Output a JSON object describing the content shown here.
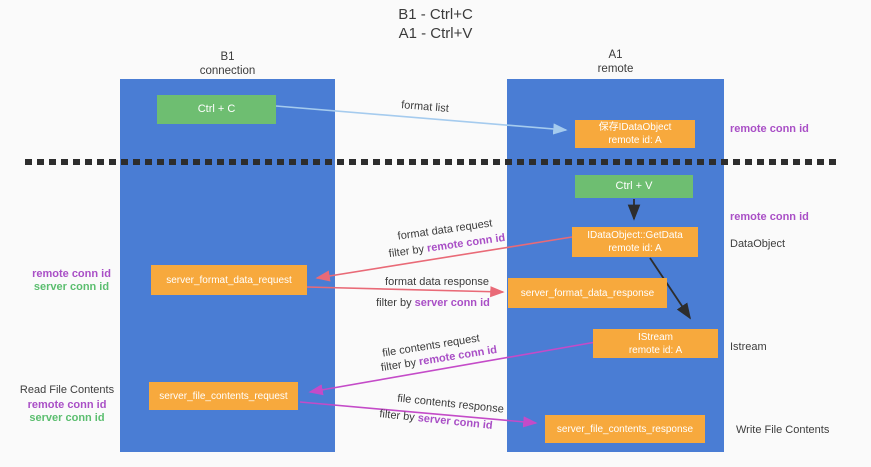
{
  "title": {
    "line1": "B1 - Ctrl+C",
    "line2": "A1 - Ctrl+V"
  },
  "lifelines": {
    "left": {
      "name": "B1",
      "role": "connection"
    },
    "right": {
      "name": "A1",
      "role": "remote"
    }
  },
  "nodes": {
    "ctrl_c": {
      "label": "Ctrl + C"
    },
    "ctrl_v": {
      "label": "Ctrl + V"
    },
    "save_dataobject": {
      "line1": "保存IDataObject",
      "line2": "remote id: A"
    },
    "getdata": {
      "line1": "IDataObject::GetData",
      "line2": "remote id: A"
    },
    "istream": {
      "line1": "IStream",
      "line2": "remote id: A"
    },
    "server_format_data_request": {
      "label": "server_format_data_request"
    },
    "server_format_data_response": {
      "label": "server_format_data_response"
    },
    "server_file_contents_request": {
      "label": "server_file_contents_request"
    },
    "server_file_contents_response": {
      "label": "server_file_contents_response"
    }
  },
  "arrow_labels": {
    "format_list": "format list",
    "format_data_request": "format data request",
    "format_data_response": "format data response",
    "file_contents_request": "file contents request",
    "file_contents_response": "file contents response",
    "filter_by": "filter by",
    "remote_conn_id": "remote conn id",
    "server_conn_id": "server conn id"
  },
  "annotations": {
    "right_remote_conn_id_top": "remote conn id",
    "right_remote_conn_id_mid": "remote conn id",
    "right_dataobject": "DataObject",
    "right_istream": "Istream",
    "right_write_file_contents": "Write File Contents",
    "left_remote_conn_id_1": "remote conn id",
    "left_server_conn_id_1": "server conn id",
    "left_read_file_contents": "Read File Contents",
    "left_remote_conn_id_2": "remote conn id",
    "left_server_conn_id_2": "server conn id"
  },
  "colors": {
    "lifeline_blue": "#4A7DD4",
    "action_green": "#6EBE71",
    "message_orange": "#F7A93D",
    "request_red": "#E96A77",
    "contents_magenta": "#C44BC8",
    "format_list_blue": "#A5CBEE",
    "conn_id_purple": "#A94FC6",
    "conn_id_green": "#5BBE6F",
    "dash_black": "#2d2d2d"
  }
}
